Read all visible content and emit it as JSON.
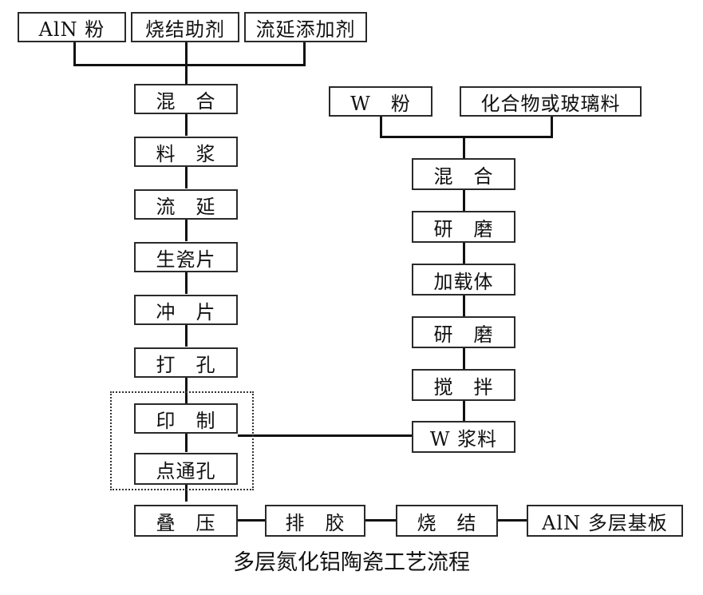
{
  "inputs": {
    "aln_powder": "AlN 粉",
    "sintering_aid": "烧结助剂",
    "casting_additive": "流延添加剂",
    "w_powder": "W　粉",
    "compound_glass": "化合物或玻璃料"
  },
  "left_chain": {
    "mix": "混　合",
    "slurry": "料　浆",
    "tape_cast": "流　延",
    "green_sheet": "生瓷片",
    "punch": "冲　片",
    "hole_drill": "打　孔",
    "print": "印　制",
    "via_fill": "点通孔"
  },
  "right_chain": {
    "mix": "混　合",
    "grind1": "研　磨",
    "add_carrier": "加载体",
    "grind2": "研　磨",
    "stir": "搅　拌",
    "w_paste": "W 浆料"
  },
  "bottom_chain": {
    "laminate": "叠　压",
    "debinding": "排　胶",
    "sinter": "烧　结",
    "result": "AlN 多层基板"
  },
  "caption": "多层氮化铝陶瓷工艺流程"
}
